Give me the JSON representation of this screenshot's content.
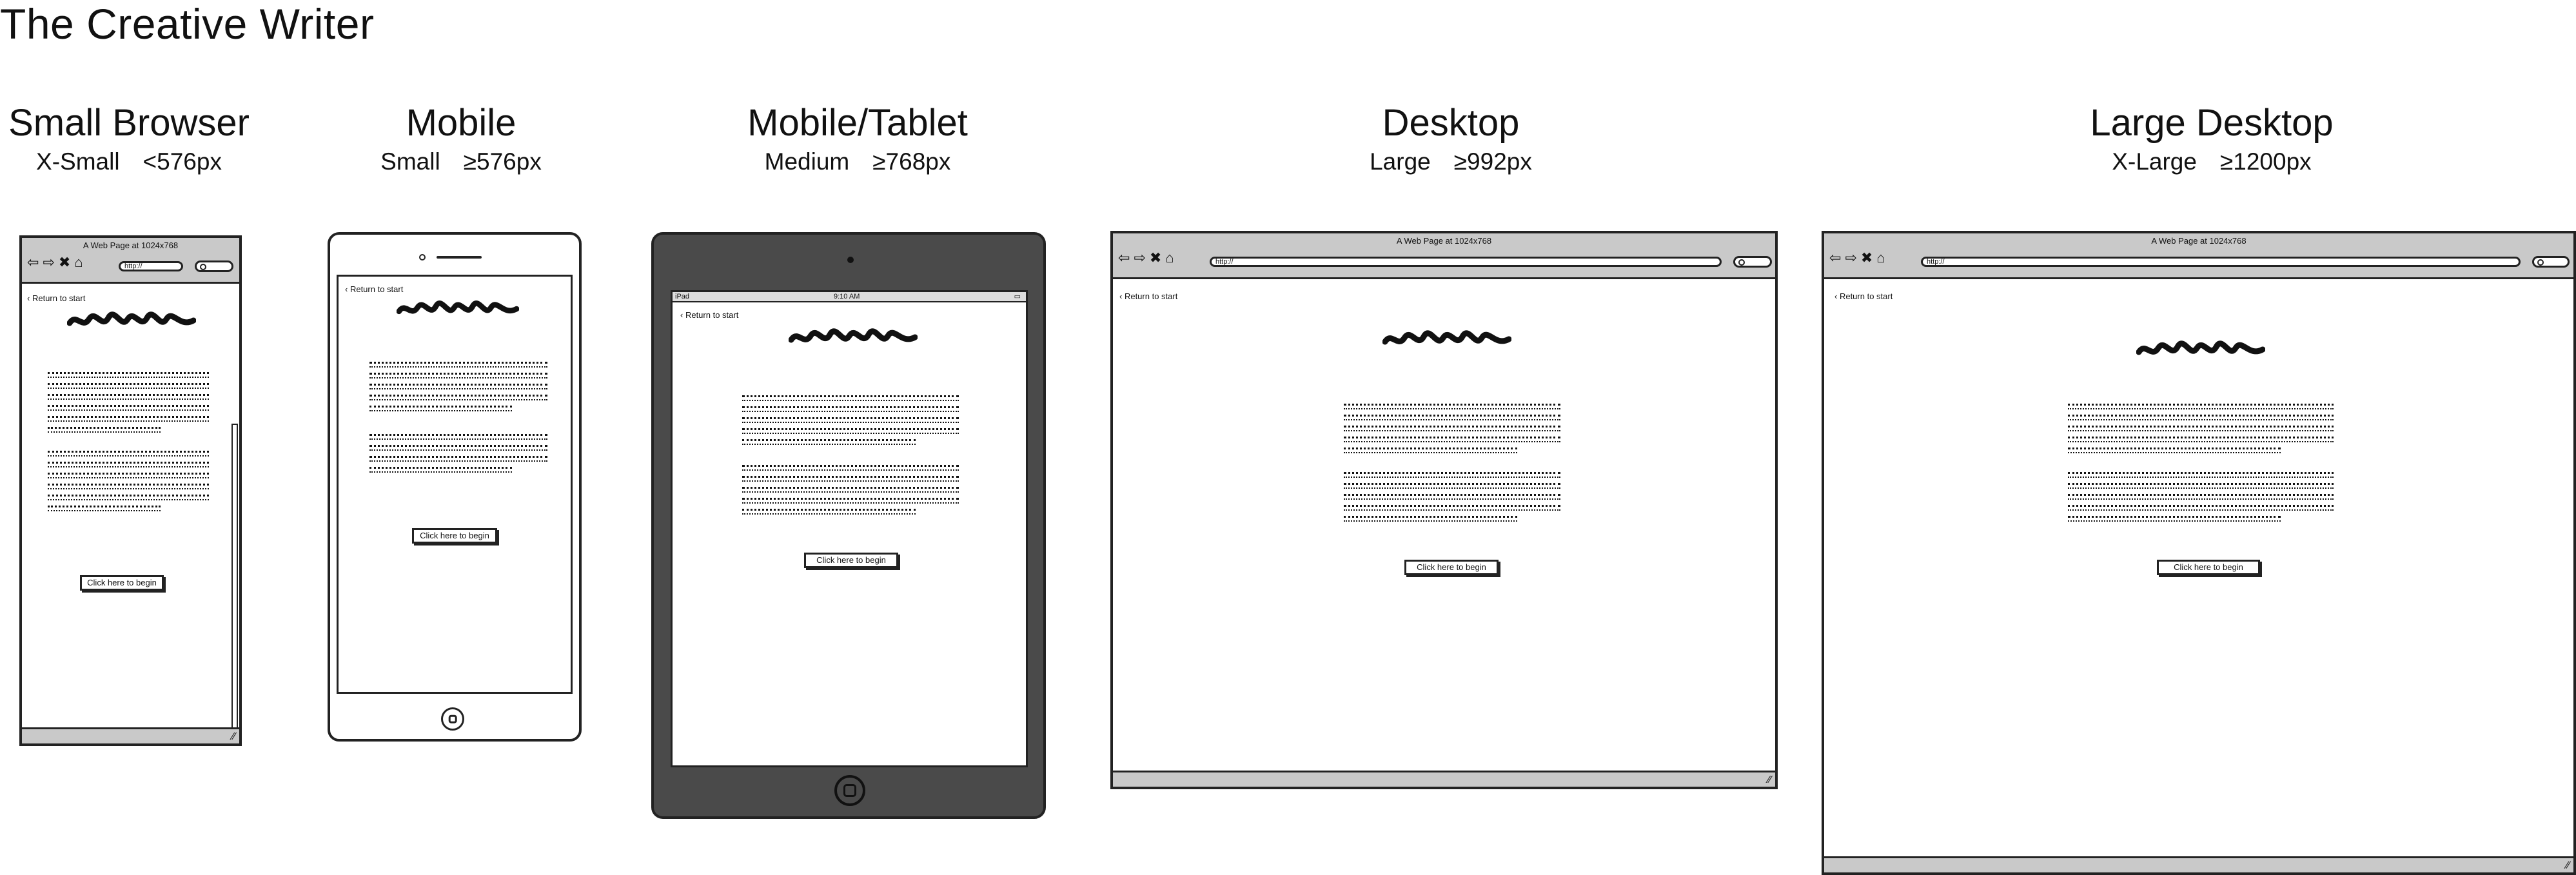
{
  "page_title": "The Creative Writer",
  "shared": {
    "browser_caption": "A Web Page at 1024x768",
    "url_text": "http://",
    "return_label": "Return to start",
    "cta_label": "Click here to begin"
  },
  "columns": [
    {
      "title": "Small Browser",
      "size": "X-Small",
      "breakpoint": "<576px",
      "device": "browser"
    },
    {
      "title": "Mobile",
      "size": "Small",
      "breakpoint": "≥576px",
      "device": "phone"
    },
    {
      "title": "Mobile/Tablet",
      "size": "Medium",
      "breakpoint": "≥768px",
      "device": "tablet"
    },
    {
      "title": "Desktop",
      "size": "Large",
      "breakpoint": "≥992px",
      "device": "browser"
    },
    {
      "title": "Large Desktop",
      "size": "X-Large",
      "breakpoint": "≥1200px",
      "device": "browser"
    }
  ],
  "tablet_status": {
    "left": "iPad",
    "time": "9:10 AM"
  },
  "icons": {
    "back": "back-arrow-icon",
    "forward": "forward-arrow-icon",
    "stop": "close-icon",
    "home": "home-icon",
    "search": "search-icon",
    "resize": "resize-grip-icon",
    "chevron": "chevron-left-icon"
  }
}
